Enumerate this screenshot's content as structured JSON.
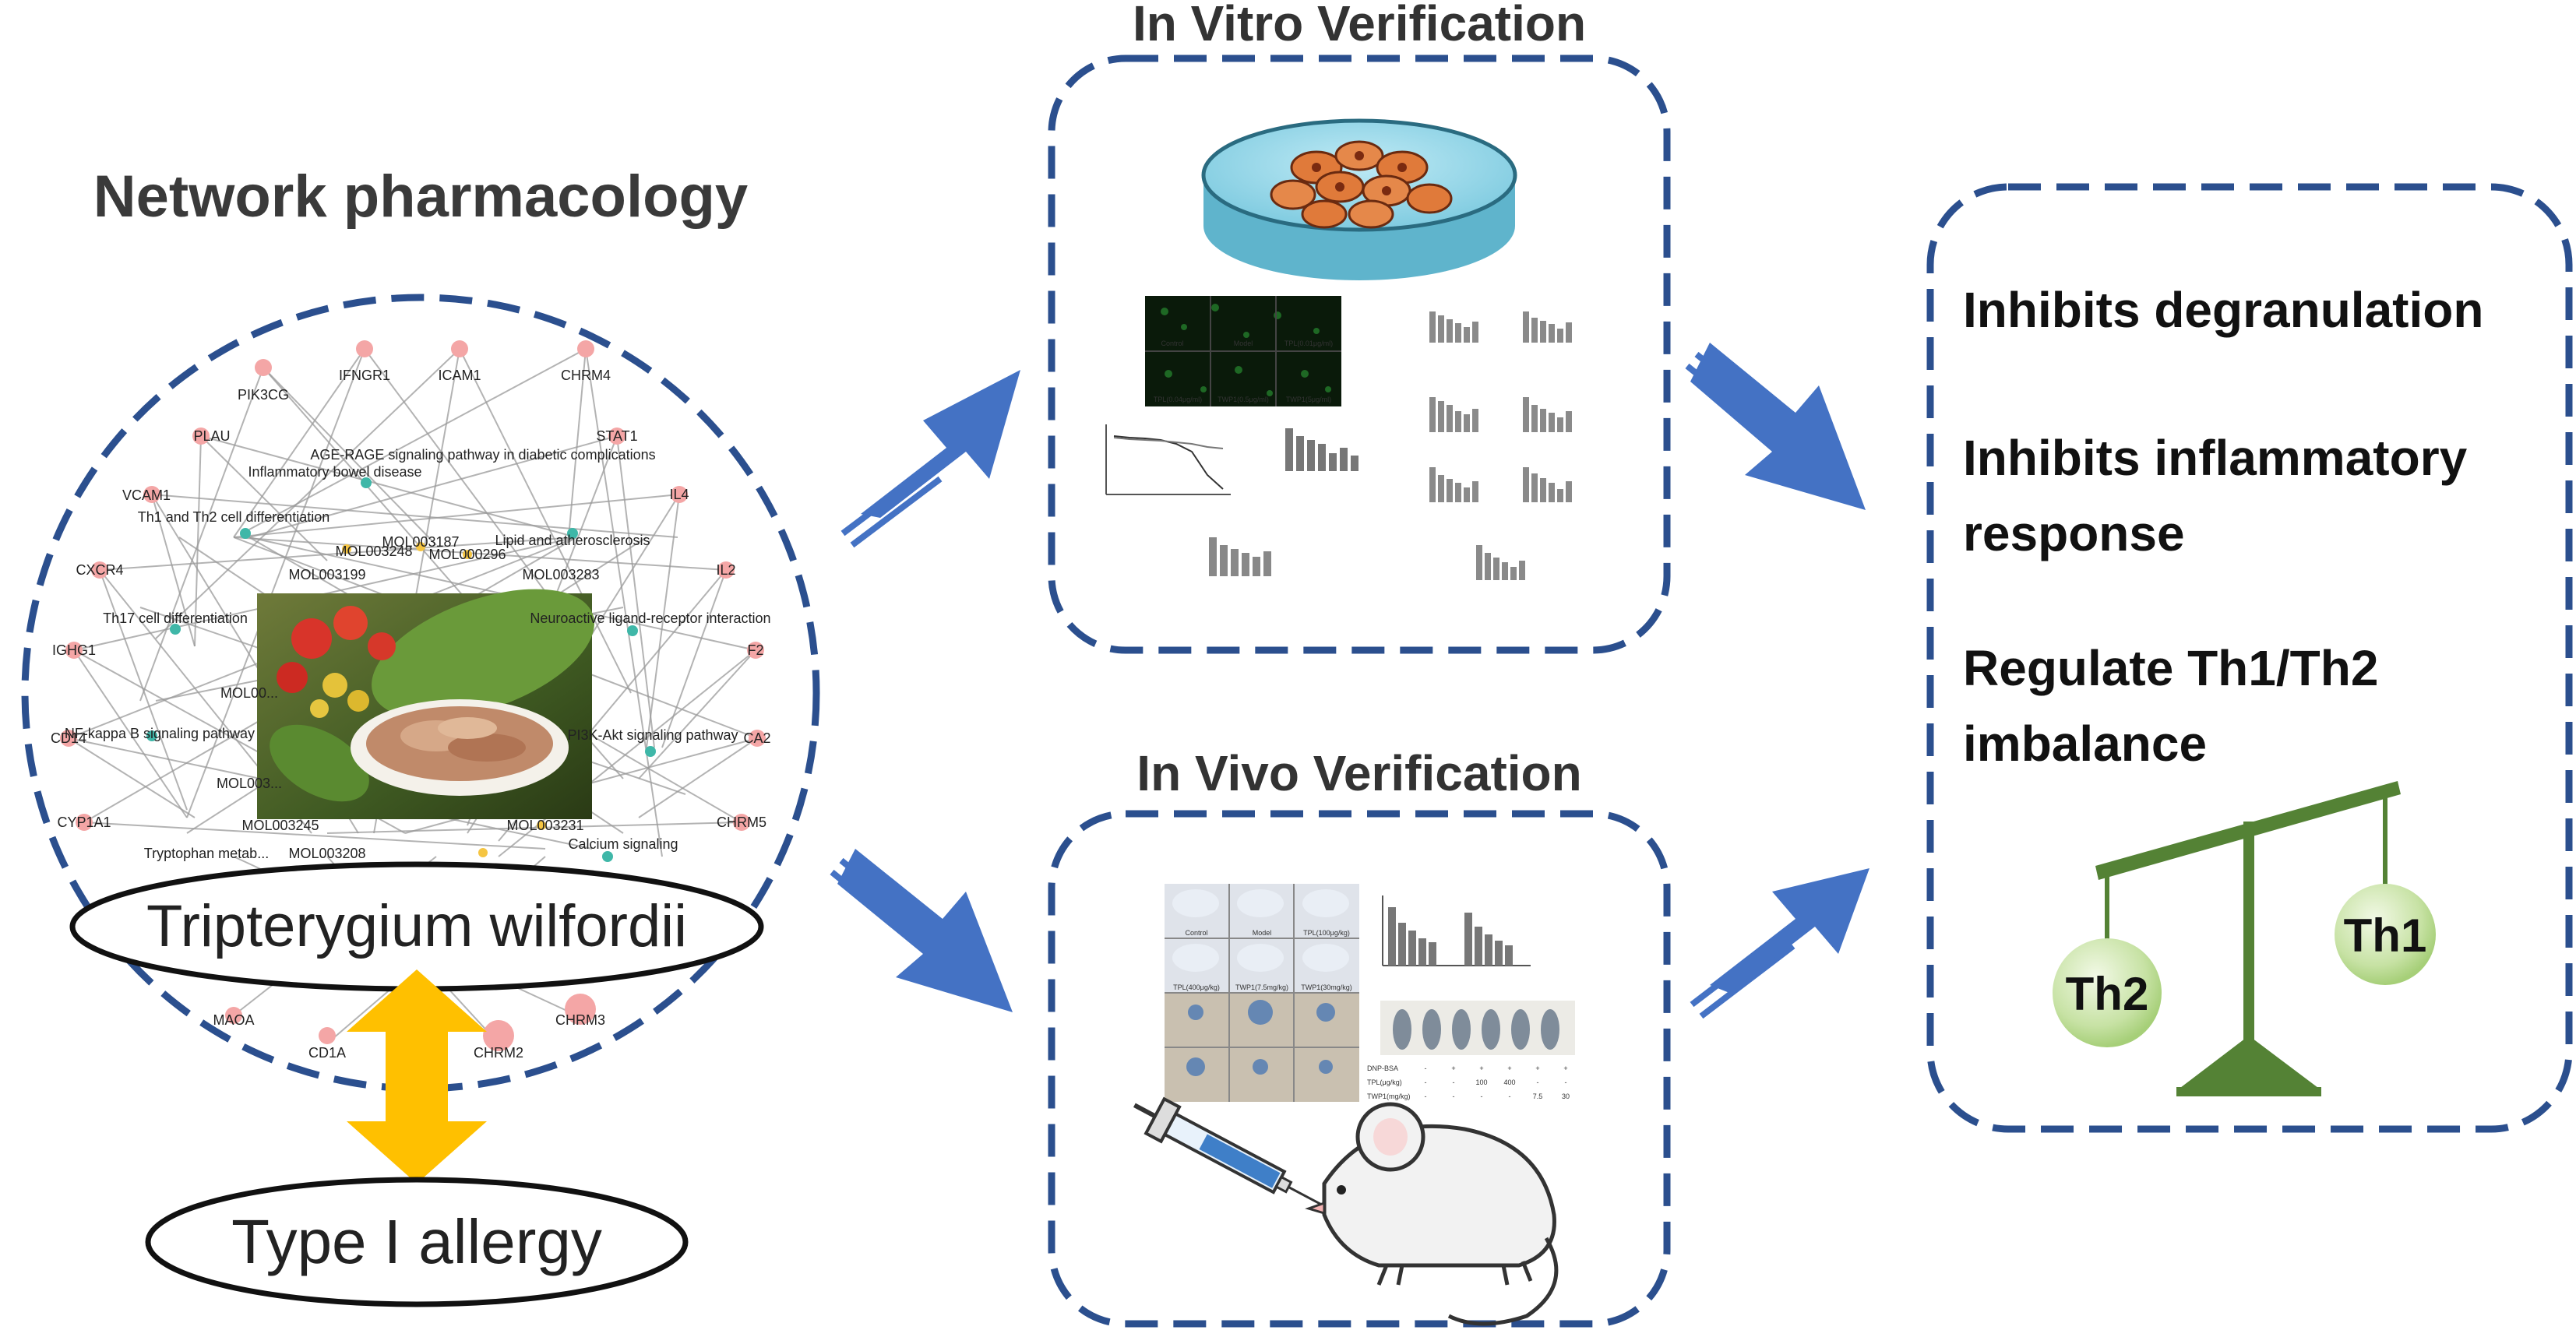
{
  "left": {
    "title": "Network pharmacology",
    "herb_label": "Tripterygium wilfordii",
    "disease_label": "Type I allergy",
    "network": {
      "gene_nodes": [
        "PIK3CG",
        "IFNGR1",
        "ICAM1",
        "CHRM4",
        "PLAU",
        "STAT1",
        "VCAM1",
        "IL4",
        "CXCR4",
        "IL2",
        "IGHG1",
        "F2",
        "CD14",
        "CA2",
        "CYP1A1",
        "CHRM5",
        "MAOA",
        "CD1A",
        "CHRM2",
        "CHRM3"
      ],
      "pathway_nodes": [
        "Inflammatory bowel disease",
        "AGE-RAGE signaling pathway in diabetic complications",
        "Th1 and Th2 cell differentiation",
        "Lipid and atherosclerosis",
        "Th17 cell differentiation",
        "Neuroactive ligand-receptor interaction",
        "NF-kappa B signaling pathway",
        "PI3K-Akt signaling pathway",
        "Tryptophan metab...",
        "Calcium signaling"
      ],
      "molecule_nodes": [
        "MOL003199",
        "MOL003248",
        "MOL000296",
        "MOL003283",
        "MOL003187",
        "MOL003245",
        "MOL003231",
        "MOL003208",
        "MOL00...",
        "MOL003..."
      ]
    }
  },
  "middle": {
    "invitro_title": "In Vitro Verification",
    "invivo_title": "In Vivo Verification",
    "micro_labels": [
      "Control",
      "Model",
      "TPL(0.01μg/ml)",
      "TPL(0.04μg/ml)",
      "TWP1(0.5μg/ml)",
      "TWP1(5μg/ml)"
    ],
    "mouse_labels": [
      "Control",
      "Model",
      "TPL(100μg/kg)",
      "TPL(400μg/kg)",
      "TWP1(7.5mg/kg)",
      "TWP1(30mg/kg)"
    ],
    "ear_table": {
      "rows": [
        "DNP-BSA",
        "TPL(μg/kg)",
        "TWP1(mg/kg)"
      ],
      "values": [
        [
          "-",
          "+",
          "+",
          "+",
          "+",
          "+"
        ],
        [
          "-",
          "-",
          "100",
          "400",
          "-",
          "-"
        ],
        [
          "-",
          "-",
          "-",
          "-",
          "7.5",
          "30"
        ]
      ]
    }
  },
  "right": {
    "effects": [
      "Inhibits degranulation",
      "Inhibits inflammatory response",
      "Regulate Th1/Th2 imbalance"
    ],
    "balance": {
      "left": "Th2",
      "right": "Th1"
    }
  },
  "colors": {
    "dash": "#2b4f8e",
    "arrow": "#4472c4",
    "double_arrow": "#ffc000",
    "balance": "#548235",
    "gene_node": "#f4a6a6",
    "pathway_node": "#3fb7a8",
    "molecule_node": "#f5c542"
  }
}
